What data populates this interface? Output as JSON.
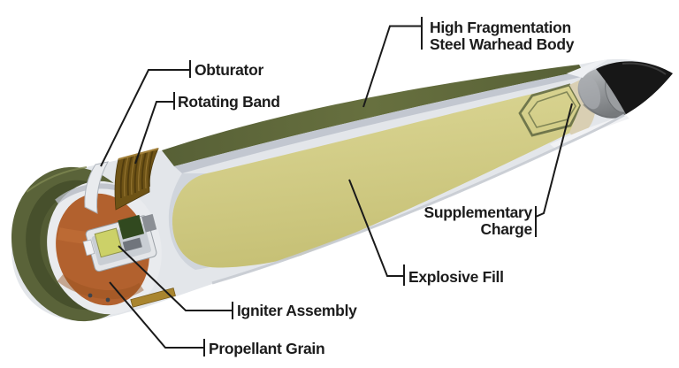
{
  "figure": {
    "labels": {
      "warhead_body_line1": "High Fragmentation",
      "warhead_body_line2": "Steel Warhead Body",
      "obturator": "Obturator",
      "rotating_band": "Rotating Band",
      "supplementary_charge_line1": "Supplementary",
      "supplementary_charge_line2": "Charge",
      "explosive_fill": "Explosive Fill",
      "igniter_assembly": "Igniter Assembly",
      "propellant_grain": "Propellant Grain"
    },
    "colors": {
      "background": "#ffffff",
      "text": "#1c1c1c",
      "leader_line": "#1a1a1a",
      "body_olive": "#67703f",
      "body_olive_dark": "#576036",
      "base_cap": "#5a6339",
      "base_cap_ring": "#47502c",
      "base_cap_face": "#535c34",
      "cut_surface": "#e3e6ea",
      "steel_wall": "#c2c7d0",
      "cavity_wall": "#ccd1d9",
      "explosive_yellow_light": "#ddd897",
      "explosive_yellow_dark": "#c6c075",
      "propellant_orange": "#b2612e",
      "propellant_highlight": "#c57339",
      "propellant_shadow": "#96511f",
      "rotating_band_brass": "#6e5316",
      "rotating_band_rib": "#4c390d",
      "rotating_band_glint": "#a2803a",
      "obturator_white": "#e9ebee",
      "supplementary_beige": "#d9cfb3",
      "fuze_gray_light": "#b9bcbf",
      "fuze_gray_dark": "#76797c",
      "nose_black": "#171717",
      "igniter_housing": "#e4e6e9",
      "igniter_yellow": "#ccd168",
      "igniter_green": "#31491f",
      "frame_green": "#656d45",
      "brass_strip": "#a9852f"
    }
  }
}
